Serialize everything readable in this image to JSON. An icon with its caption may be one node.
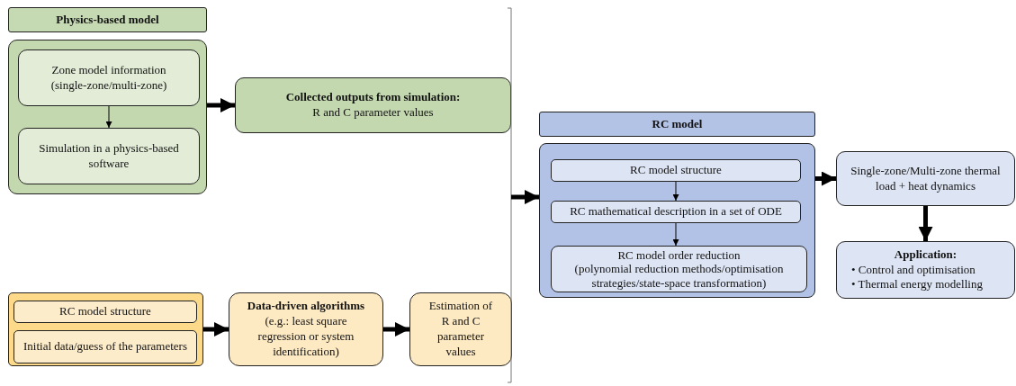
{
  "diagram": {
    "nodes": [
      {
        "text": [
          "Physics-based model"
        ]
      },
      {
        "text": [],
        "shape": "box"
      },
      {
        "text": [
          "Zone model information (single-zone/multi-zone)"
        ],
        "in": 1
      },
      {
        "text": [
          "Simulation in a physics-based software"
        ],
        "in": 1
      },
      {
        "text": [
          "Collected outputs from simulation:",
          "R and C parameter values"
        ]
      },
      {
        "text": [],
        "shape": "box"
      },
      {
        "text": [
          "RC model structure"
        ],
        "in": 5
      },
      {
        "text": [
          "Initial data/guess of the parameters"
        ],
        "in": 5
      },
      {
        "text": [
          "Data-driven algorithms",
          "(e.g.: least square regression or system identification)"
        ]
      },
      {
        "text": [
          "Estimation of R and C parameter values"
        ]
      },
      {
        "text": [
          "RC model"
        ]
      },
      {
        "text": [],
        "shape": "box"
      },
      {
        "text": [
          "RC model structure"
        ],
        "in": 11
      },
      {
        "text": [
          "RC mathematical description in a set of ODE"
        ],
        "in": 11
      },
      {
        "text": [
          "RC model order reduction",
          "(polynomial reduction methods/optimisation strategies/state-space transformation)"
        ],
        "in": 11
      },
      {
        "text": [
          "Single-zone/Multi-zone thermal load + heat dynamics"
        ]
      },
      {
        "text": [
          "Application:",
          "• Control and optimisation",
          "• Thermal energy modelling"
        ]
      }
    ],
    "edges": [
      {
        "from": 2,
        "to": 3,
        "arrow": "to"
      },
      {
        "from": 1,
        "to": 4,
        "arrow": "to"
      },
      {
        "from": 5,
        "to": 8,
        "arrow": "to"
      },
      {
        "from": 8,
        "to": 9,
        "arrow": "to"
      },
      {
        "from": null,
        "to": 11,
        "arrow": "to"
      },
      {
        "from": 12,
        "to": 13,
        "arrow": "to"
      },
      {
        "from": 13,
        "to": 14,
        "arrow": "to"
      },
      {
        "from": 11,
        "to": 15,
        "arrow": "to"
      },
      {
        "from": 15,
        "to": 16,
        "arrow": "to"
      }
    ]
  }
}
